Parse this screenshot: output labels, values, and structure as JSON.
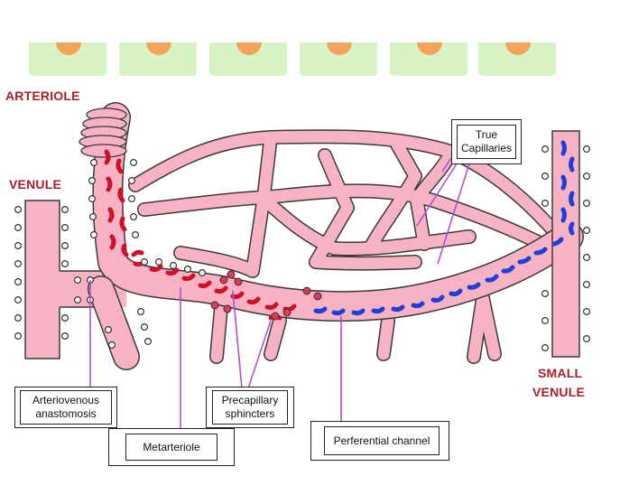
{
  "labels": {
    "arteriole": "ARTERIOLE",
    "venule": "VENULE",
    "small_venule_1": "SMALL",
    "small_venule_2": "VENULE",
    "true_capillaries_1": "True",
    "true_capillaries_2": "Capillaries",
    "arteriovenous_1": "Arteriovenous",
    "arteriovenous_2": "anastomosis",
    "metarteriole": "Metarteriole",
    "precapillary_1": "Precapillary",
    "precapillary_2": "sphincters",
    "preferential_channel": "Perferential channel"
  },
  "colors": {
    "vessel_fill": "#f7b3c4",
    "vessel_outline": "#3a3a3a",
    "arterial_blood": "#d0102a",
    "venous_blood": "#1e3fd8",
    "leader_line": "#b04fd9",
    "title_red": "#a5202a",
    "cell_green": "#d8f3c4",
    "nucleus_orange": "#f4a35b"
  }
}
